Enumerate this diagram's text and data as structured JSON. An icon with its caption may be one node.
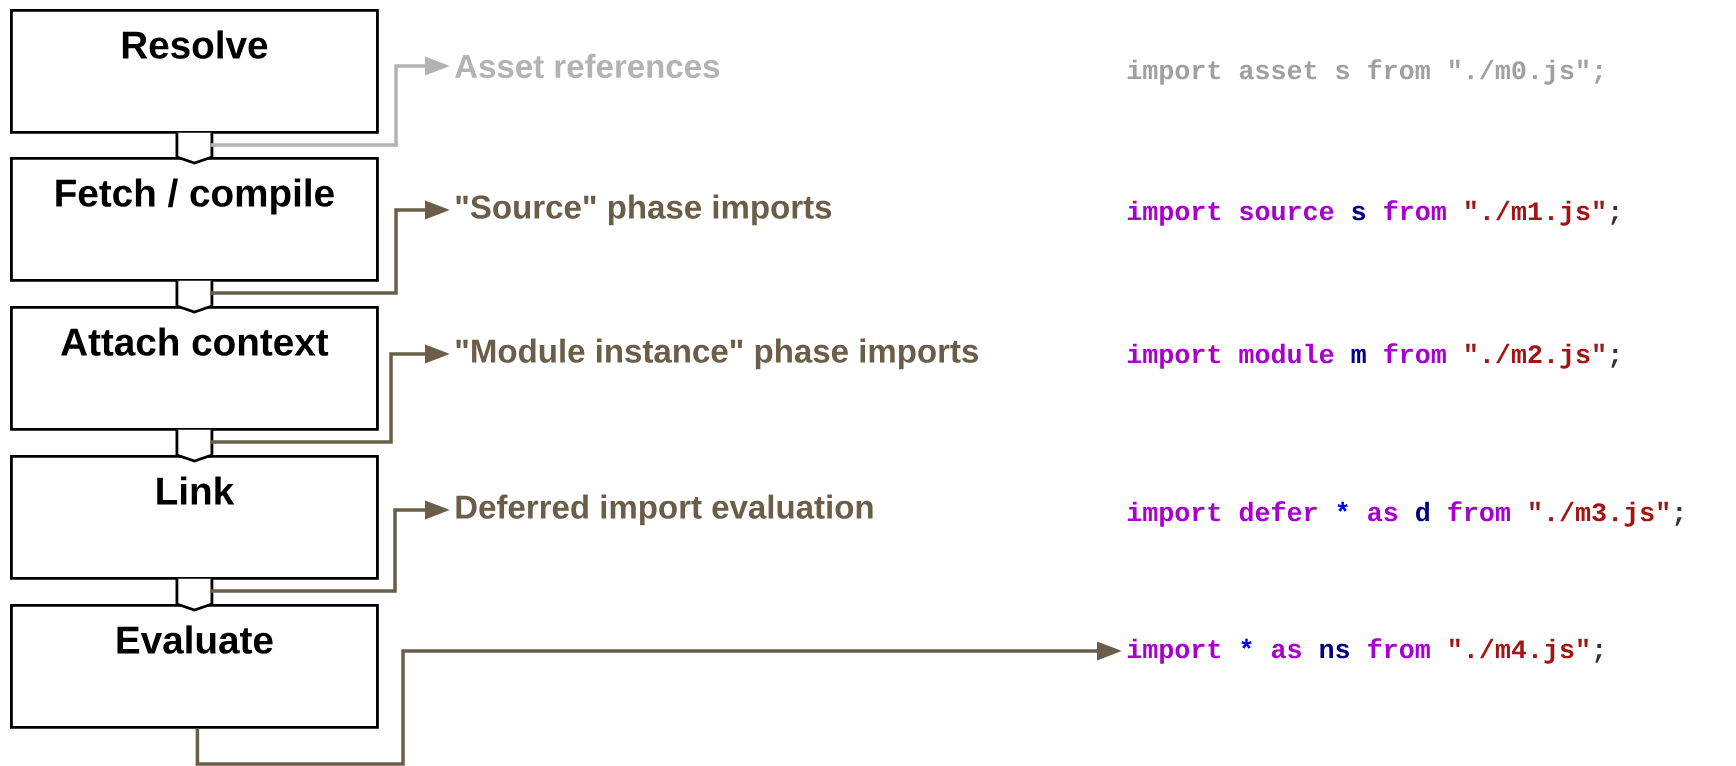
{
  "diagram": {
    "nodes": [
      {
        "text": [
          "Resolve"
        ]
      },
      {
        "text": [
          "Fetch / compile"
        ]
      },
      {
        "text": [
          "Attach context"
        ]
      },
      {
        "text": [
          "Link"
        ]
      },
      {
        "text": [
          "Evaluate"
        ]
      },
      {
        "text": [
          "Asset references"
        ]
      },
      {
        "text": [
          "\"Source\" phase imports"
        ]
      },
      {
        "text": [
          "\"Module instance\" phase imports"
        ]
      },
      {
        "text": [
          "Deferred import evaluation"
        ]
      },
      {
        "text": [
          "import * as ns from \"./m4.js\";"
        ]
      }
    ],
    "edges": [
      {
        "from": 0,
        "to": 1,
        "arrow": "none"
      },
      {
        "from": 1,
        "to": 2,
        "arrow": "none"
      },
      {
        "from": 2,
        "to": 3,
        "arrow": "none"
      },
      {
        "from": 3,
        "to": 4,
        "arrow": "none"
      },
      {
        "from": 0,
        "to": 5,
        "arrow": "to",
        "color": "#b3b3b3"
      },
      {
        "from": 1,
        "to": 6,
        "arrow": "to"
      },
      {
        "from": 2,
        "to": 7,
        "arrow": "to"
      },
      {
        "from": 3,
        "to": 8,
        "arrow": "to"
      },
      {
        "from": 4,
        "to": 9,
        "arrow": "to"
      }
    ],
    "labels": [
      "import asset s from \"./m0.js\";",
      "import source s from \"./m1.js\";",
      "import module m from \"./m2.js\";",
      "import defer * as d from \"./m3.js\";"
    ]
  }
}
